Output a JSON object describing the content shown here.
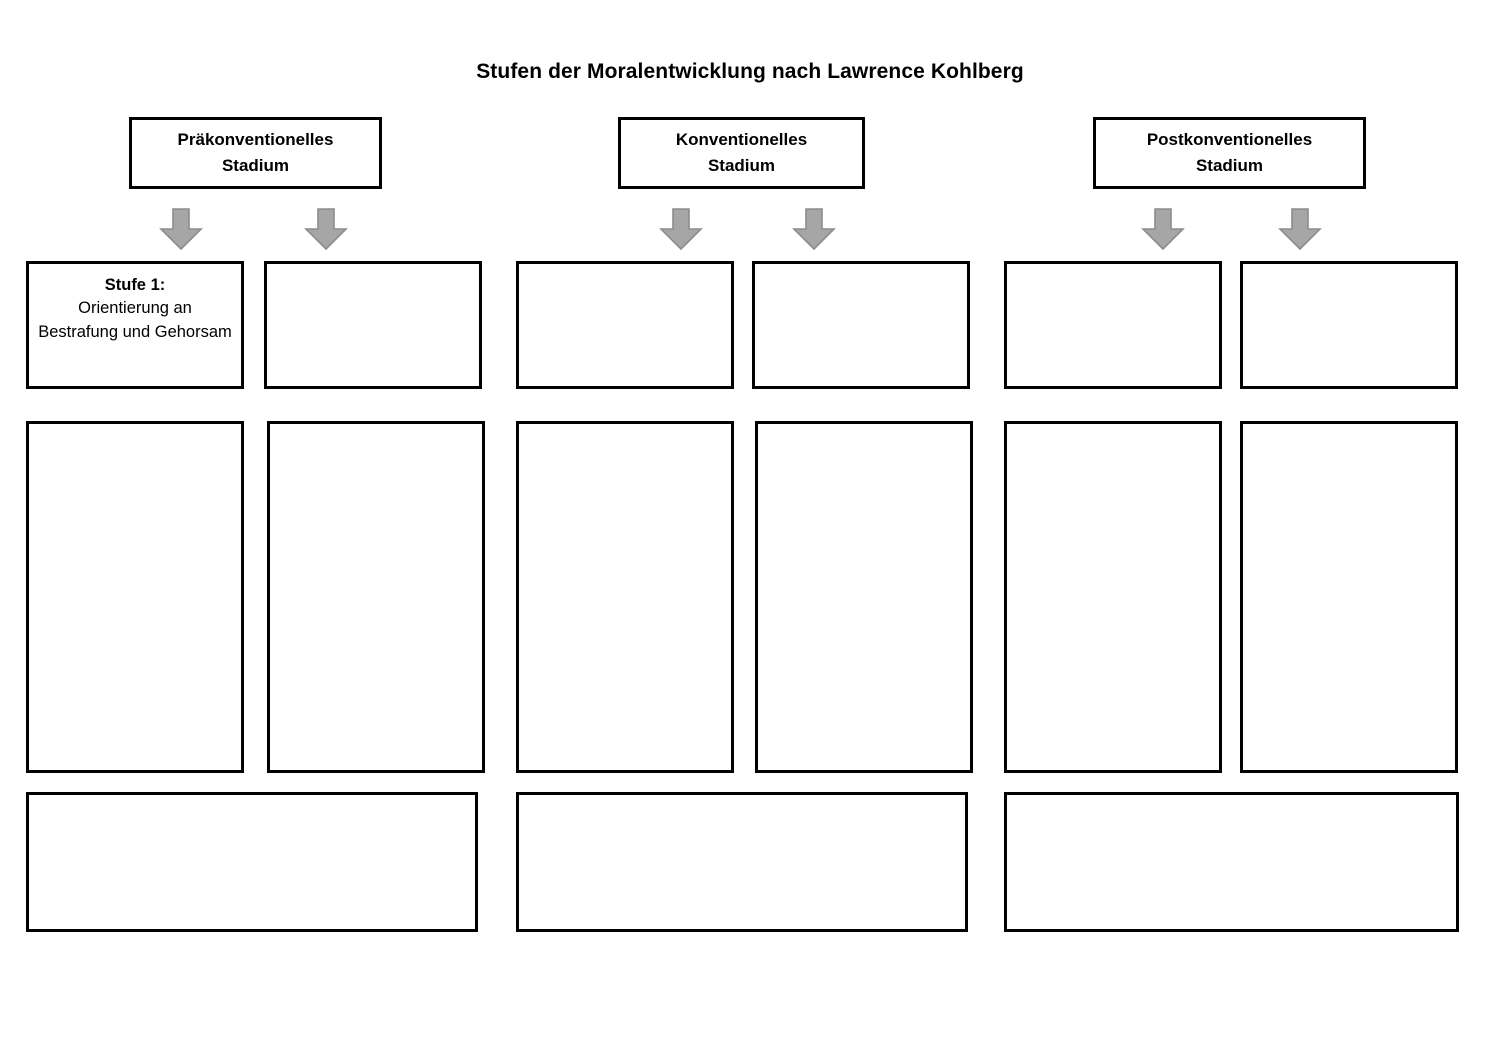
{
  "page": {
    "title": "Stufen der Moralentwicklung nach Lawrence Kohlberg",
    "background_color": "#FFFFFF",
    "border_color": "#000000",
    "arrow_fill_color": "#A6A6A6",
    "arrow_stroke_color": "#7F7F7F"
  },
  "stages": [
    {
      "id": "praekonventionell",
      "line1": "Präkonventionelles",
      "line2": "Stadium"
    },
    {
      "id": "konventionell",
      "line1": "Konventionelles",
      "line2": "Stadium"
    },
    {
      "id": "postkonventionell",
      "line1": "Postkonventionelles",
      "line2": "Stadium"
    }
  ],
  "arrows": [
    {
      "name": "arrow-down-stage1-left",
      "glyph": "down-arrow-icon"
    },
    {
      "name": "arrow-down-stage1-right",
      "glyph": "down-arrow-icon"
    },
    {
      "name": "arrow-down-stage2-left",
      "glyph": "down-arrow-icon"
    },
    {
      "name": "arrow-down-stage2-right",
      "glyph": "down-arrow-icon"
    },
    {
      "name": "arrow-down-stage3-left",
      "glyph": "down-arrow-icon"
    },
    {
      "name": "arrow-down-stage3-right",
      "glyph": "down-arrow-icon"
    }
  ],
  "row1": [
    {
      "title": "Stufe 1:",
      "body": "Orientierung an Bestrafung und Gehorsam"
    },
    {
      "title": "",
      "body": ""
    },
    {
      "title": "",
      "body": ""
    },
    {
      "title": "",
      "body": ""
    },
    {
      "title": "",
      "body": ""
    },
    {
      "title": "",
      "body": ""
    }
  ],
  "row2": [
    {
      "title": "",
      "body": ""
    },
    {
      "title": "",
      "body": ""
    },
    {
      "title": "",
      "body": ""
    },
    {
      "title": "",
      "body": ""
    },
    {
      "title": "",
      "body": ""
    },
    {
      "title": "",
      "body": ""
    }
  ],
  "row3": [
    {
      "title": "",
      "body": ""
    },
    {
      "title": "",
      "body": ""
    },
    {
      "title": "",
      "body": ""
    }
  ]
}
